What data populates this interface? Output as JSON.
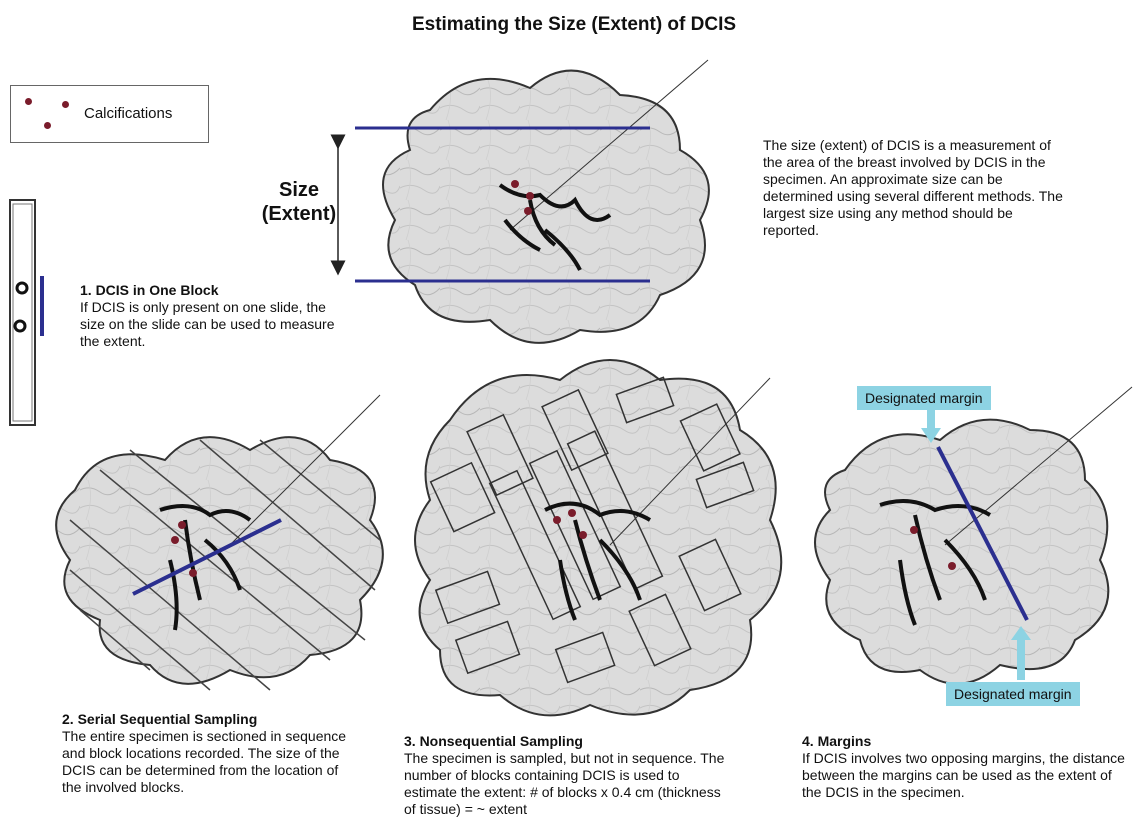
{
  "title": "Estimating the Size (Extent) of DCIS",
  "legend": {
    "label": "Calcifications"
  },
  "size_label": {
    "line1": "Size",
    "line2": "(Extent)"
  },
  "intro": "The size (extent) of DCIS is a measurement of the area of the breast involved by DCIS in the specimen. An approximate size can be determined using several different methods. The largest size using any method should be reported.",
  "methods": [
    {
      "heading": "1. DCIS in One Block",
      "text": "If DCIS is only present on one slide, the size on the slide can be used to measure the extent."
    },
    {
      "heading": "2. Serial Sequential Sampling",
      "text": "The entire specimen is sectioned in sequence and block locations recorded. The size of the DCIS can be determined from the location of the involved blocks."
    },
    {
      "heading": "3. Nonsequential Sampling",
      "text": "The specimen is sampled, but not in sequence. The number of blocks containing DCIS is used to estimate the extent: # of blocks x 0.4 cm (thickness of tissue) = ~ extent"
    },
    {
      "heading": "4. Margins",
      "text": "If DCIS involves two opposing margins, the distance between the margins can be used as the extent of the DCIS in the specimen."
    }
  ],
  "margin_label_top": "Designated margin",
  "margin_label_bottom": "Designated margin",
  "colors": {
    "measure_line": "#2b2f8f",
    "calcification": "#7a1c2b",
    "margin_tag": "#8dd3e3",
    "tissue": "#dcdcdc"
  }
}
